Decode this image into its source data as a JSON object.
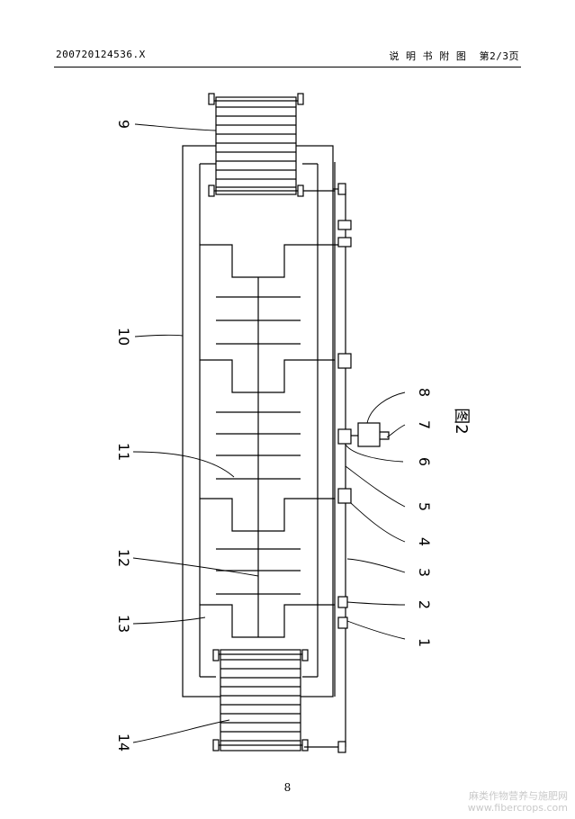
{
  "header": {
    "patent_number": "200720124536.X",
    "section": "说 明 书 附 图",
    "page_of": "第2/3页"
  },
  "figure": {
    "caption": "图2",
    "part_labels": [
      "1",
      "2",
      "3",
      "4",
      "5",
      "6",
      "7",
      "8",
      "9",
      "10",
      "11",
      "12",
      "13",
      "14"
    ]
  },
  "page_number": "8",
  "watermark": {
    "line1": "麻类作物营养与施肥网",
    "line2": "www.fibercrops.com"
  }
}
